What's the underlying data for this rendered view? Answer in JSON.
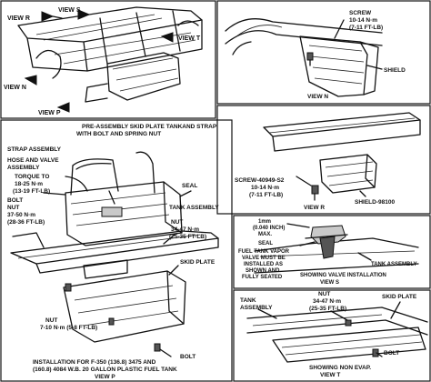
{
  "panels": {
    "view_key": {
      "labels": {
        "view_r": "VIEW R",
        "view_s": "VIEW S",
        "view_t": "VIEW T",
        "view_n": "VIEW N",
        "view_p": "VIEW P"
      }
    },
    "view_n": {
      "screw_line1": "SCREW",
      "screw_line2": "10-14 N·m",
      "screw_line3": "(7-11 FT-LB)",
      "shield": "SHIELD",
      "caption": "VIEW N"
    },
    "view_r": {
      "screw_line1": "SCREW-40949-S2",
      "screw_line2": "10-14 N·m",
      "screw_line3": "(7-11 FT-LB)",
      "shield": "SHIELD-98100",
      "caption": "VIEW R"
    },
    "view_p": {
      "pre_assembly_line1": "PRE-ASSEMBLY SKID PLATE TANKAND STRAP",
      "pre_assembly_line2": "WITH BOLT AND SPRING NUT",
      "strap_assembly": "STRAP ASSEMBLY",
      "hose_valve_line1": "HOSE AND VALVE",
      "hose_valve_line2": "ASSEMBLY",
      "torque_line1": "TORQUE TO",
      "torque_line2": "18-25 N·m",
      "torque_line3": "(13-19 FT-LB)",
      "seal": "SEAL",
      "tank_assembly": "TANK ASSEMBLY",
      "bolt_label": "BOLT",
      "bolt_nut_line1": "NUT",
      "bolt_nut_line2": "37-50 N·m",
      "bolt_nut_line3": "(28-36 FT-LB)",
      "nut_line1": "NUT",
      "nut_line2": "34-47 N·m",
      "nut_line3": "(25-35 FT-LB)",
      "skid_plate": "SKID PLATE",
      "nut7_line1": "NUT",
      "nut7_line2": "7-10 N·m (5-8 FT-LB)",
      "bolt_bottom": "BOLT",
      "install_line1": "INSTALLATION FOR F-350 (136.8) 3475 AND",
      "install_line2": "(160.8) 4084 W.B. 20 GALLON PLASTIC FUEL TANK",
      "caption": "VIEW P"
    },
    "view_s": {
      "gap_line1": "1mm",
      "gap_line2": "(0.040 INCH)",
      "gap_line3": "MAX.",
      "seal": "SEAL",
      "valve_line1": "FUEL TANK VAPOR",
      "valve_line2": "VALVE MUST BE",
      "valve_line3": "INSTALLED AS",
      "valve_line4": "SHOWN AND",
      "valve_line5": "FULLY SEATED",
      "tank_assembly": "TANK ASSEMBLY",
      "caption_line1": "SHOWING VALVE INSTALLATION",
      "caption_line2": "VIEW S"
    },
    "view_t": {
      "tank_line1": "TANK",
      "tank_line2": "ASSEMBLY",
      "nut_line1": "NUT",
      "nut_line2": "34-47 N·m",
      "nut_line3": "(25-35 FT-LB)",
      "skid_plate": "SKID PLATE",
      "bolt": "BOLT",
      "caption_line1": "SHOWING NON EVAP.",
      "caption_line2": "VIEW T"
    }
  }
}
